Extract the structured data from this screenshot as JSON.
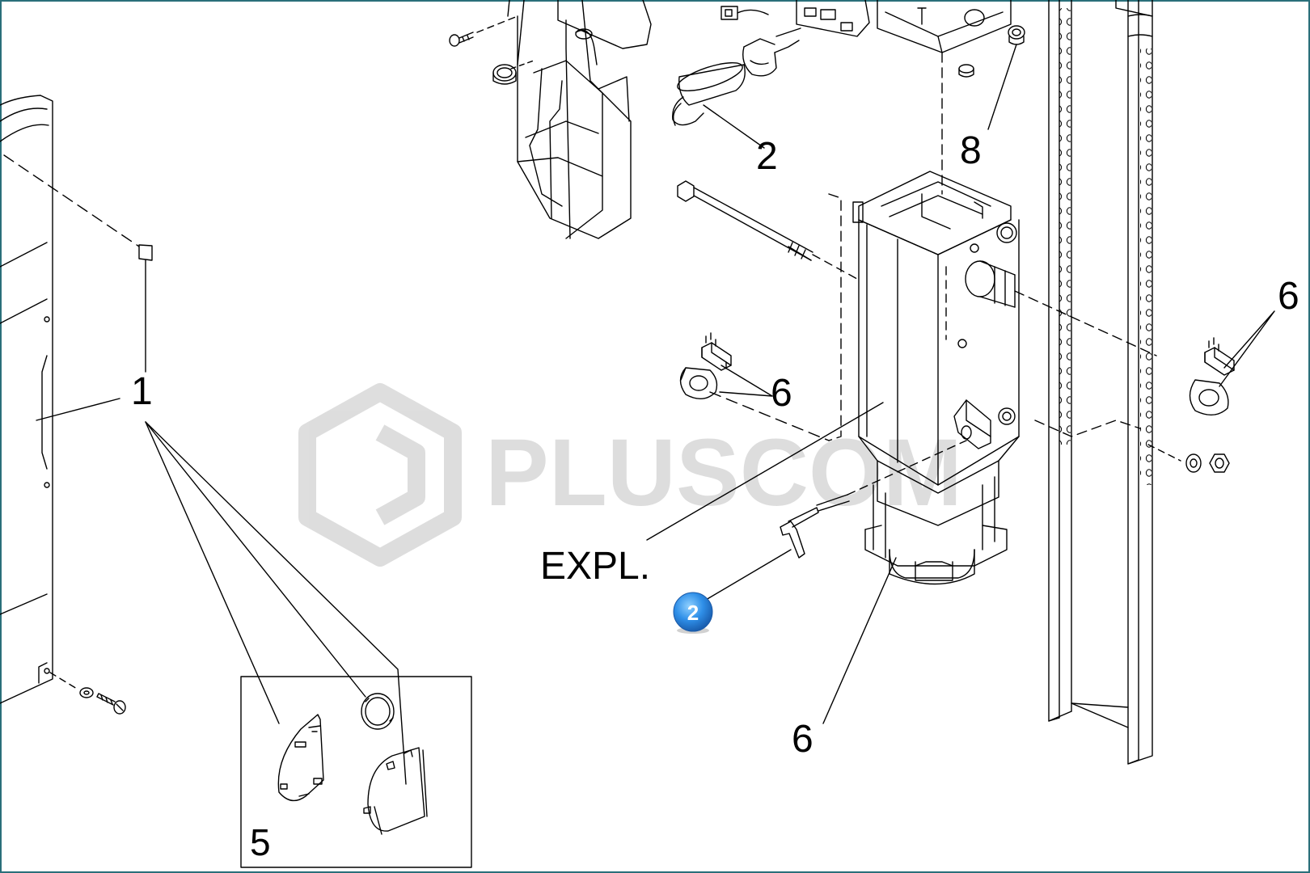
{
  "diagram": {
    "callouts": {
      "c1": "1",
      "c2": "2",
      "c5": "5",
      "c6_left": "6",
      "c6_right": "6",
      "c6_bottom": "6",
      "c8": "8",
      "expl": "EXPL."
    },
    "badge": "2",
    "watermark": "PLUSCOM"
  }
}
